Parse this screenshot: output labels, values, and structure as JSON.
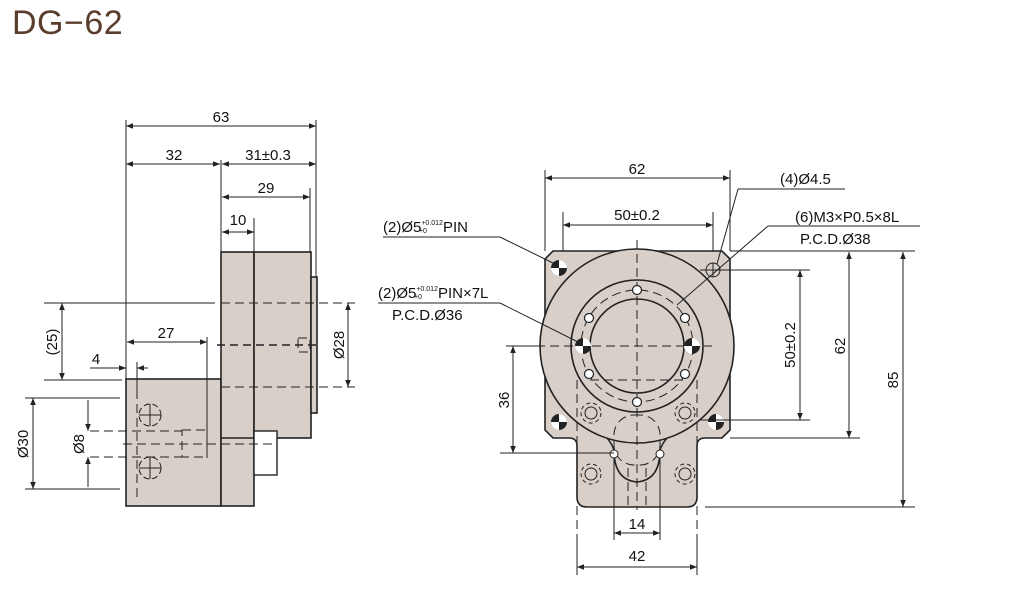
{
  "title": "DG−62",
  "side_view": {
    "dims": {
      "overall_length": "63",
      "input_length": "32",
      "output_length": "31±0.3",
      "body_length": "29",
      "flange_thickness": "10",
      "offset": "(25)",
      "shaft_depth": "27",
      "shaft_step": "4",
      "input_diameter": "Ø30",
      "shaft_diameter": "Ø8",
      "output_diameter": "Ø28"
    }
  },
  "front_view": {
    "dims": {
      "width": "62",
      "hole_pitch_h": "50±0.2",
      "hole_pitch_v": "50±0.2",
      "height": "62",
      "total_height": "85",
      "center_offset": "36",
      "tab_inner": "14",
      "tab_width": "42"
    },
    "callouts": {
      "pin": "(2)Ø5",
      "pin_suffix": "PIN",
      "pin_tol_upper": "+0.012",
      "pin_tol_lower": "+0",
      "pin2": "(2)Ø5",
      "pin2_suffix": "PIN×7L",
      "pin2_pcd": "P.C.D.Ø36",
      "mount_holes": "(4)Ø4.5",
      "tapped": "(6)M3×P0.5×8L",
      "tapped_pcd": "P.C.D.Ø38"
    }
  }
}
